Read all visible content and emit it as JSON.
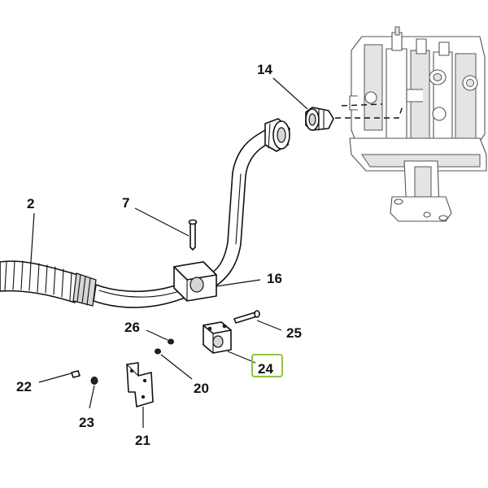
{
  "callouts": [
    {
      "id": "14",
      "label": "14"
    },
    {
      "id": "2",
      "label": "2"
    },
    {
      "id": "7",
      "label": "7"
    },
    {
      "id": "16",
      "label": "16"
    },
    {
      "id": "26",
      "label": "26"
    },
    {
      "id": "25",
      "label": "25"
    },
    {
      "id": "24",
      "label": "24",
      "highlighted": true
    },
    {
      "id": "22",
      "label": "22"
    },
    {
      "id": "20",
      "label": "20"
    },
    {
      "id": "23",
      "label": "23"
    },
    {
      "id": "21",
      "label": "21"
    }
  ],
  "colors": {
    "highlight_border": "#8cc63f",
    "line": "#111111",
    "background": "#ffffff"
  }
}
